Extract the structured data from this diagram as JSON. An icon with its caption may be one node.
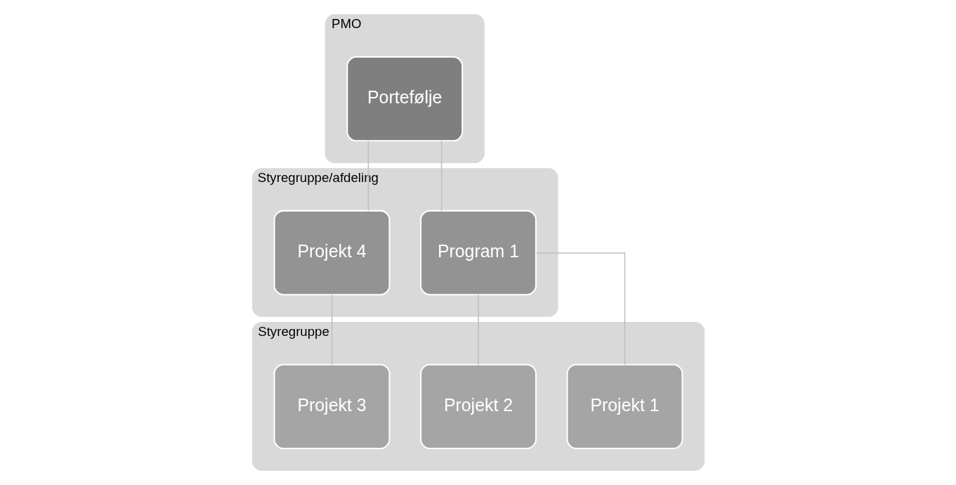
{
  "diagram": {
    "nodes": [
      {
        "text": [
          "PMO"
        ]
      },
      {
        "text": [
          "Portefølje"
        ],
        "in": 0
      },
      {
        "text": [
          "Styregruppe/afdeling"
        ]
      },
      {
        "text": [
          "Program 1"
        ],
        "in": 2
      },
      {
        "text": [
          "Projekt 4"
        ],
        "in": 2
      },
      {
        "text": [
          "Styregruppe"
        ]
      },
      {
        "text": [
          "Projekt 1"
        ],
        "in": 5
      },
      {
        "text": [
          "Projekt 2"
        ],
        "in": 5
      },
      {
        "text": [
          "Projekt 3"
        ],
        "in": 5
      }
    ],
    "edges": [
      {
        "from": 1,
        "to": 3,
        "arrow": "none"
      },
      {
        "from": 1,
        "to": 4,
        "arrow": "none"
      },
      {
        "from": 3,
        "to": 6,
        "arrow": "none"
      },
      {
        "from": 3,
        "to": 7,
        "arrow": "none"
      },
      {
        "from": 4,
        "to": 8,
        "arrow": "none"
      }
    ]
  }
}
